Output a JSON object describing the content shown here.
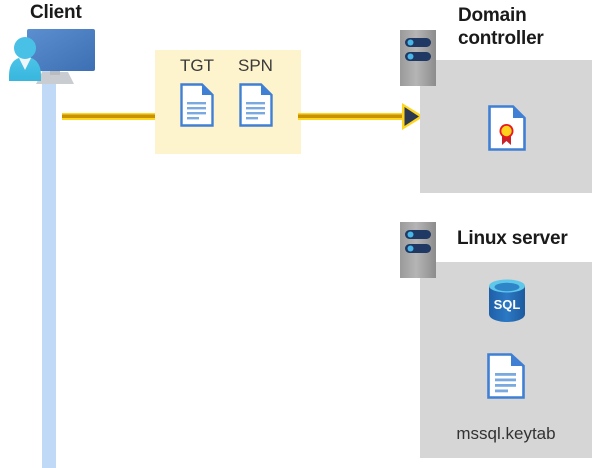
{
  "diagram": {
    "title_client": "Client",
    "title_domain_controller": "Domain controller",
    "title_linux_server": "Linux server",
    "tokens": [
      {
        "label": "TGT",
        "icon": "document-icon"
      },
      {
        "label": "SPN",
        "icon": "document-icon"
      }
    ],
    "domain_controller": {
      "icons": [
        {
          "name": "server-icon"
        },
        {
          "name": "certificate-document-icon"
        }
      ]
    },
    "linux_server": {
      "icons": [
        {
          "name": "server-icon"
        },
        {
          "name": "sql-database-icon",
          "text": "SQL"
        },
        {
          "name": "keytab-document-icon"
        }
      ],
      "file_label": "mssql.keytab"
    },
    "flow": {
      "direction": "client-to-domain-controller",
      "arrow_icon": "right-arrow-icon"
    },
    "colors": {
      "highlight_box": "#fdf3cd",
      "panel_gray": "#d6d6d6",
      "lifeline_blue": "#bfd9f7",
      "arrow_gold": "#c79100",
      "arrow_yellow": "#ffd61f",
      "doc_blue": "#3f7fd4",
      "sql_blue": "#2b6fb5",
      "title_black": "#1a1a1a"
    }
  }
}
